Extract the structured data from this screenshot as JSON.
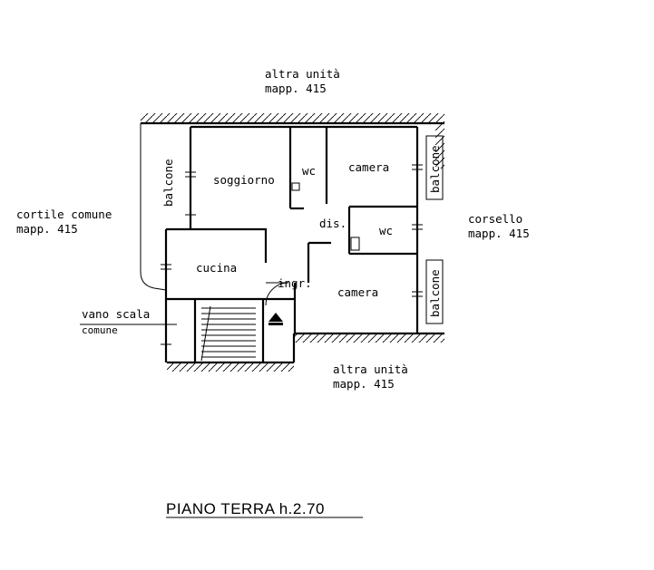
{
  "labels": {
    "top_neighbor_line1": "altra unità",
    "top_neighbor_line2": "mapp. 415",
    "left_court_line1": "cortile comune",
    "left_court_line2": "mapp. 415",
    "right_lane_line1": "corsello",
    "right_lane_line2": "mapp. 415",
    "bottom_neighbor_line1": "altra unità",
    "bottom_neighbor_line2": "mapp. 415",
    "stair_line1": "vano scala",
    "stair_line2": "comune"
  },
  "rooms": {
    "soggiorno": "soggiorno",
    "wc_top": "wc",
    "camera_top": "camera",
    "dis": "dis.",
    "wc_mid": "wc",
    "cucina": "cucina",
    "ingr": "ingr.",
    "camera_bottom": "camera",
    "balcone_left": "balcone",
    "balcone_right_top": "balcone",
    "balcone_right_bottom": "balcone"
  },
  "title": "PIANO TERRA h.2.70"
}
